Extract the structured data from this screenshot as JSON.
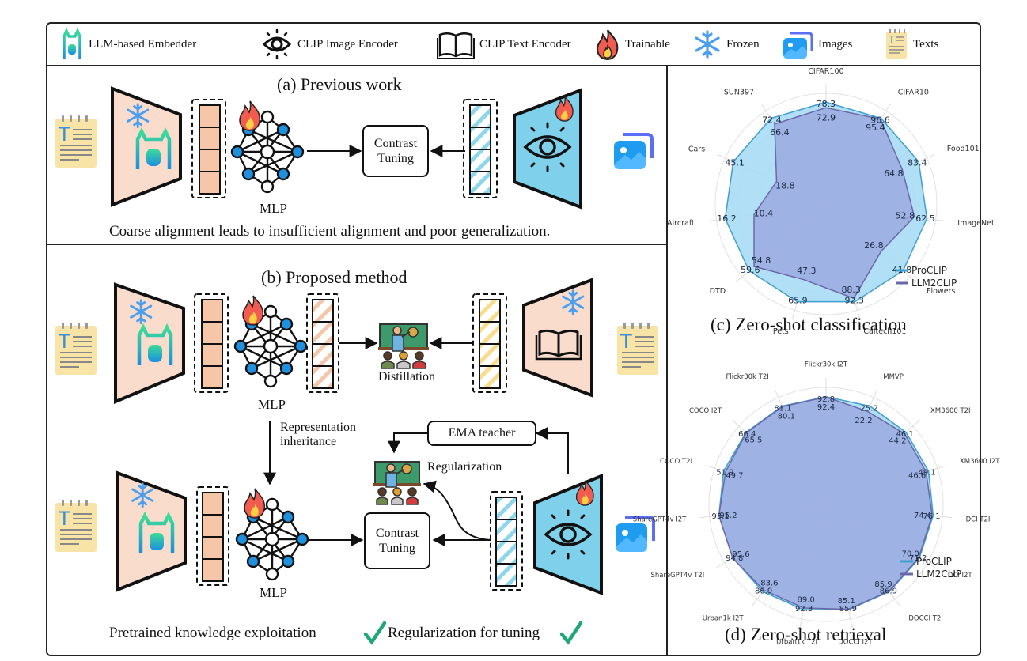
{
  "legend": [
    {
      "icon": "llama-icon",
      "label": "LLM-based  Embedder"
    },
    {
      "icon": "eye-icon",
      "label": "CLIP Image Encoder"
    },
    {
      "icon": "book-icon",
      "label": "CLIP Text Encoder"
    },
    {
      "icon": "fire-icon",
      "label": "Trainable"
    },
    {
      "icon": "snowflake-icon",
      "label": "Frozen"
    },
    {
      "icon": "images-icon",
      "label": "Images"
    },
    {
      "icon": "texts-icon",
      "label": "Texts"
    }
  ],
  "panel_a": {
    "title": "(a) Previous work",
    "mlp_label": "MLP",
    "contrast_box": "Contrast Tuning",
    "caption": "Coarse alignment leads to insufficient alignment and poor generalization."
  },
  "panel_b": {
    "title": "(b) Proposed method",
    "mlp_label_top": "MLP",
    "mlp_label_bottom": "MLP",
    "distillation_label": "Distillation",
    "representation_label_line1": "Representation",
    "representation_label_line2": "inheritance",
    "ema_box": "EMA teacher",
    "regularization_label": "Regularization",
    "contrast_box": "Contrast Tuning",
    "caption_part1": "Pretrained knowledge  exploitation",
    "caption_part2": "Regularization for tuning",
    "check_color": "#1fa77a"
  },
  "colors": {
    "encoder_text_fill": "#f9dccb",
    "encoder_image_fill": "#7fd0ea",
    "embed_text_fill": "#f6c6a8",
    "node_blue": "#1e90dd",
    "proclip_fill": "#a9dcf5",
    "llm2clip_fill": "#9aa3dd"
  },
  "chart_data": [
    {
      "type": "radar",
      "title": "(c) Zero-shot classification",
      "axes": [
        "CIFAR10",
        "Food101",
        "ImageNet",
        "Flowers",
        "Caltech101",
        "Pets",
        "DTD",
        "Aircraft",
        "Cars",
        "SUN397",
        "CIFAR100"
      ],
      "series": [
        {
          "name": "ProCLIP",
          "values": [
            96.6,
            83.4,
            62.5,
            41.8,
            92.3,
            65.9,
            59.6,
            16.2,
            45.1,
            72.4,
            78.3
          ]
        },
        {
          "name": "LLM2CLIP",
          "values": [
            95.4,
            64.8,
            52.8,
            26.8,
            88.3,
            47.3,
            54.8,
            10.4,
            18.8,
            66.4,
            72.9
          ]
        }
      ],
      "legend": [
        "ProCLIP",
        "LLM2CLIP"
      ],
      "legend_position": "bottom-right",
      "grid": true
    },
    {
      "type": "radar",
      "title": "(d) Zero-shot retrieval",
      "axes": [
        "Flickr30k I2T",
        "MMVP",
        "XM3600 T2I",
        "XM3600 I2T",
        "DCI T2I",
        "DCI I2T",
        "DOCCI T2I",
        "DOCCI I2T",
        "Urban1k T2I",
        "Urban1k I2T",
        "ShareGPT4v T2I",
        "ShareGPT4v I2T",
        "COCO T2I",
        "COCO I2T",
        "Flickr30k T2I"
      ],
      "series": [
        {
          "name": "ProCLIP",
          "values": [
            92.8,
            25.2,
            46.1,
            49.1,
            76.1,
            71.2,
            86.9,
            85.9,
            92.3,
            86.9,
            94.8,
            95.1,
            51.9,
            66.4,
            81.1
          ]
        },
        {
          "name": "LLM2CLIP",
          "values": [
            92.4,
            22.2,
            44.2,
            46.6,
            74.4,
            70.0,
            85.9,
            85.1,
            89.0,
            83.6,
            95.6,
            95.2,
            49.7,
            65.5,
            80.1
          ]
        }
      ],
      "legend": [
        "ProCLIP",
        "LLM2CLIP"
      ],
      "legend_position": "bottom-right",
      "grid": true
    }
  ]
}
